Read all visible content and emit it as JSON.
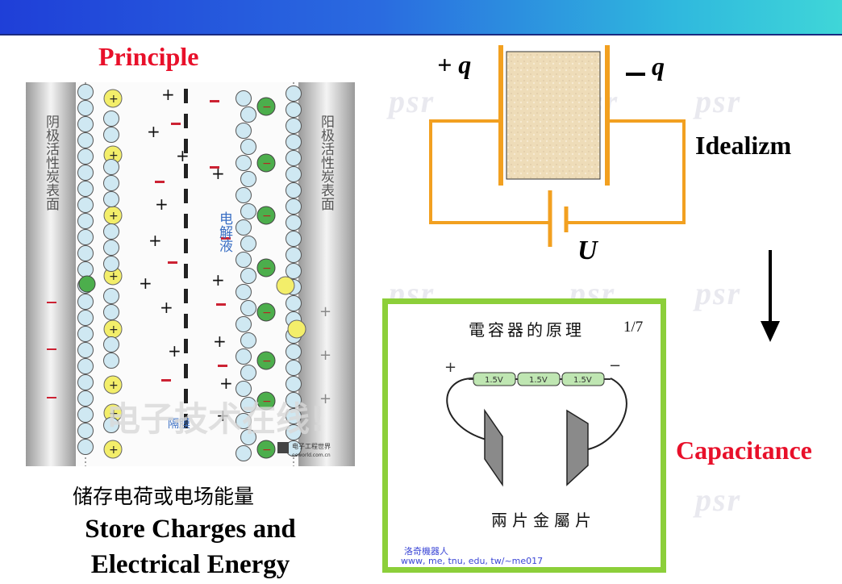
{
  "watermark": "psr",
  "principle": {
    "title": "Principle",
    "left_label": "阴极活性炭表面",
    "right_label": "阳极活性炭表面",
    "electrolyte_label": "电解液",
    "separator_label": "隔膜",
    "overlay_text": "电子技术在线!",
    "logo_text": "电子工程世界",
    "logo_sub": "eeworld.com.cn",
    "caption_cn": "储存电荷或电场能量",
    "caption_en": "Store Charges and Electrical Energy"
  },
  "circuit": {
    "plus_q": "+ q",
    "minus_q": "q",
    "voltage": "U",
    "idealizm": "Idealizm"
  },
  "capacitance": "Capacitance",
  "panel": {
    "title": "電容器的原理",
    "page": "1/7",
    "battery_labels": [
      "1.5V",
      "1.5V",
      "1.5V"
    ],
    "plus": "+",
    "minus": "−",
    "subtitle": "兩片金屬片",
    "credit_name": "洛奇機器人",
    "credit_url": "www, me, tnu, edu, tw/~me017"
  },
  "colors": {
    "accent_red": "#e8102a",
    "wire_orange": "#f2a020",
    "panel_green": "#8ccf3a"
  }
}
